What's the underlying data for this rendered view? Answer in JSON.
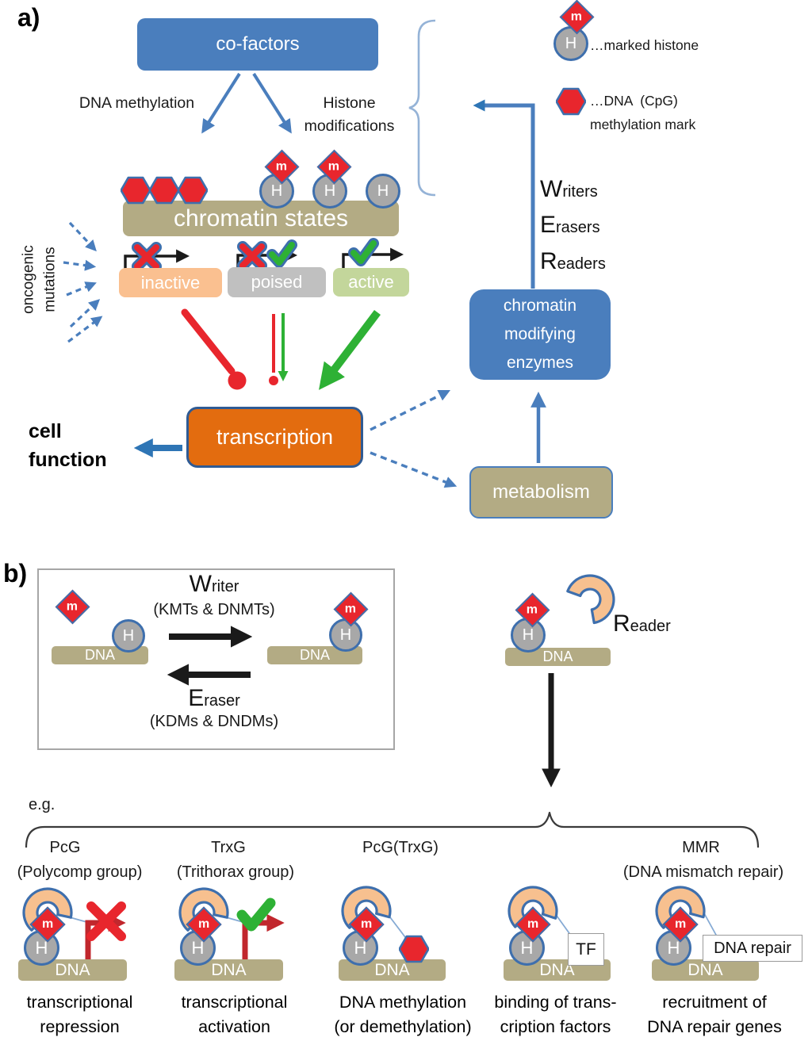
{
  "colors": {
    "blue": "#4a7ebd",
    "blue_dark": "#3e6fad",
    "light_blue": "#95b3d7",
    "tan": "#b3ab84",
    "orange": "#e36c0f",
    "peach": "#fac090",
    "gray_box": "#c0c0c0",
    "green_box": "#c3d69b",
    "red": "#e8262d",
    "dark_red": "#c1272d",
    "green": "#2eb135",
    "arc_peach": "#f7c08f",
    "histone_gray": "#a8a8a8"
  },
  "glyphs": {
    "h": "H",
    "m": "m",
    "dna": "DNA"
  },
  "panel_a": {
    "label": "a)",
    "cofactors": "co-factors",
    "dna_methylation": "DNA methylation",
    "histone_modifications": "Histone modifications",
    "chromatin_states": "chromatin states",
    "oncogenic_mutations": "oncogenic mutations",
    "state_inactive": "inactive",
    "state_poised": "poised",
    "state_active": "active",
    "transcription": "transcription",
    "cell_function": "cell function",
    "enzymes_line1": "chromatin",
    "enzymes_line2": "modifying",
    "enzymes_line3": "enzymes",
    "metabolism": "metabolism",
    "writers_initial": "W",
    "writers_rest": "riters",
    "erasers_initial": "E",
    "erasers_rest": "rasers",
    "readers_initial": "R",
    "readers_rest": "eaders",
    "legend_marked_histone": "…marked histone",
    "legend_cpg_line1": "…DNA  (CpG)",
    "legend_cpg_line2": "methylation mark"
  },
  "panel_b": {
    "label": "b)",
    "writer_initial": "W",
    "writer_rest": "riter",
    "writer_sub": "(KMTs & DNMTs)",
    "eraser_initial": "E",
    "eraser_rest": "raser",
    "eraser_sub": "(KDMs & DNDMs)",
    "reader_initial": "R",
    "reader_rest": "eader",
    "eg": "e.g.",
    "groups": [
      {
        "abbr": "PcG",
        "full": "(Polycomp group)"
      },
      {
        "abbr": "TrxG",
        "full": "(Trithorax group)"
      },
      {
        "abbr": "PcG(TrxG)",
        "full": ""
      },
      {
        "abbr": "MMR",
        "full": "(DNA mismatch repair)"
      }
    ],
    "tf_label": "TF",
    "dna_repair_label": "DNA repair",
    "captions": [
      {
        "line1": "transcriptional",
        "line2": "repression"
      },
      {
        "line1": "transcriptional",
        "line2": "activation"
      },
      {
        "line1": "DNA methylation",
        "line2": "(or demethylation)"
      },
      {
        "line1": "binding of trans-",
        "line2": "cription factors"
      },
      {
        "line1": "recruitment of",
        "line2": "DNA repair genes"
      }
    ]
  }
}
